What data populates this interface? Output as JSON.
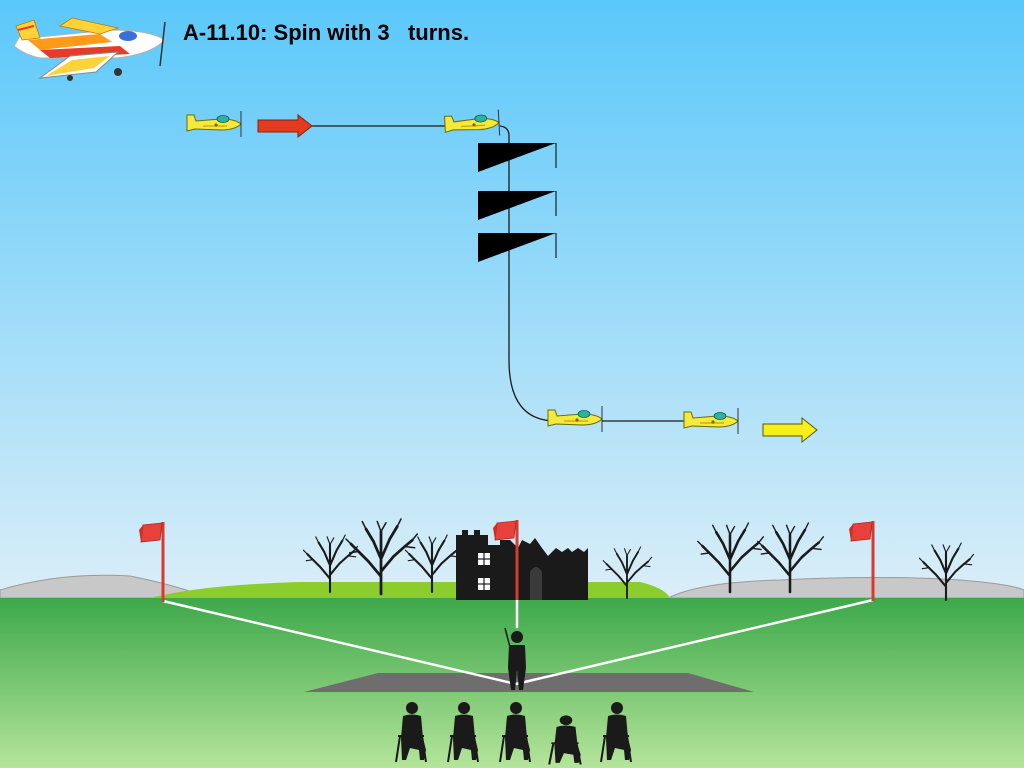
{
  "title": {
    "code": "A-11.10",
    "separator": ": ",
    "text": "Spin with 3   turns."
  },
  "colors": {
    "sky_top": "#5ac8fa",
    "sky_bottom": "#dbeef8",
    "ground_top": "#3da84a",
    "ground_bottom": "#b5e59a",
    "plane_body": "#f5ea3c",
    "entry_arrow": "#e23b1d",
    "exit_arrow": "#f7ef1c",
    "flag": "#e8403a",
    "runway": "#6e6e6e",
    "silhouette": "#1a1a1a"
  },
  "icons": [
    "logo-plane-icon",
    "plane-icon",
    "entry-arrow-icon",
    "exit-arrow-icon",
    "spin-turn-icon",
    "flag-icon",
    "tree-icon",
    "castle-icon",
    "pilot-icon",
    "judge-icon"
  ],
  "maneuver": {
    "turns": 3
  }
}
